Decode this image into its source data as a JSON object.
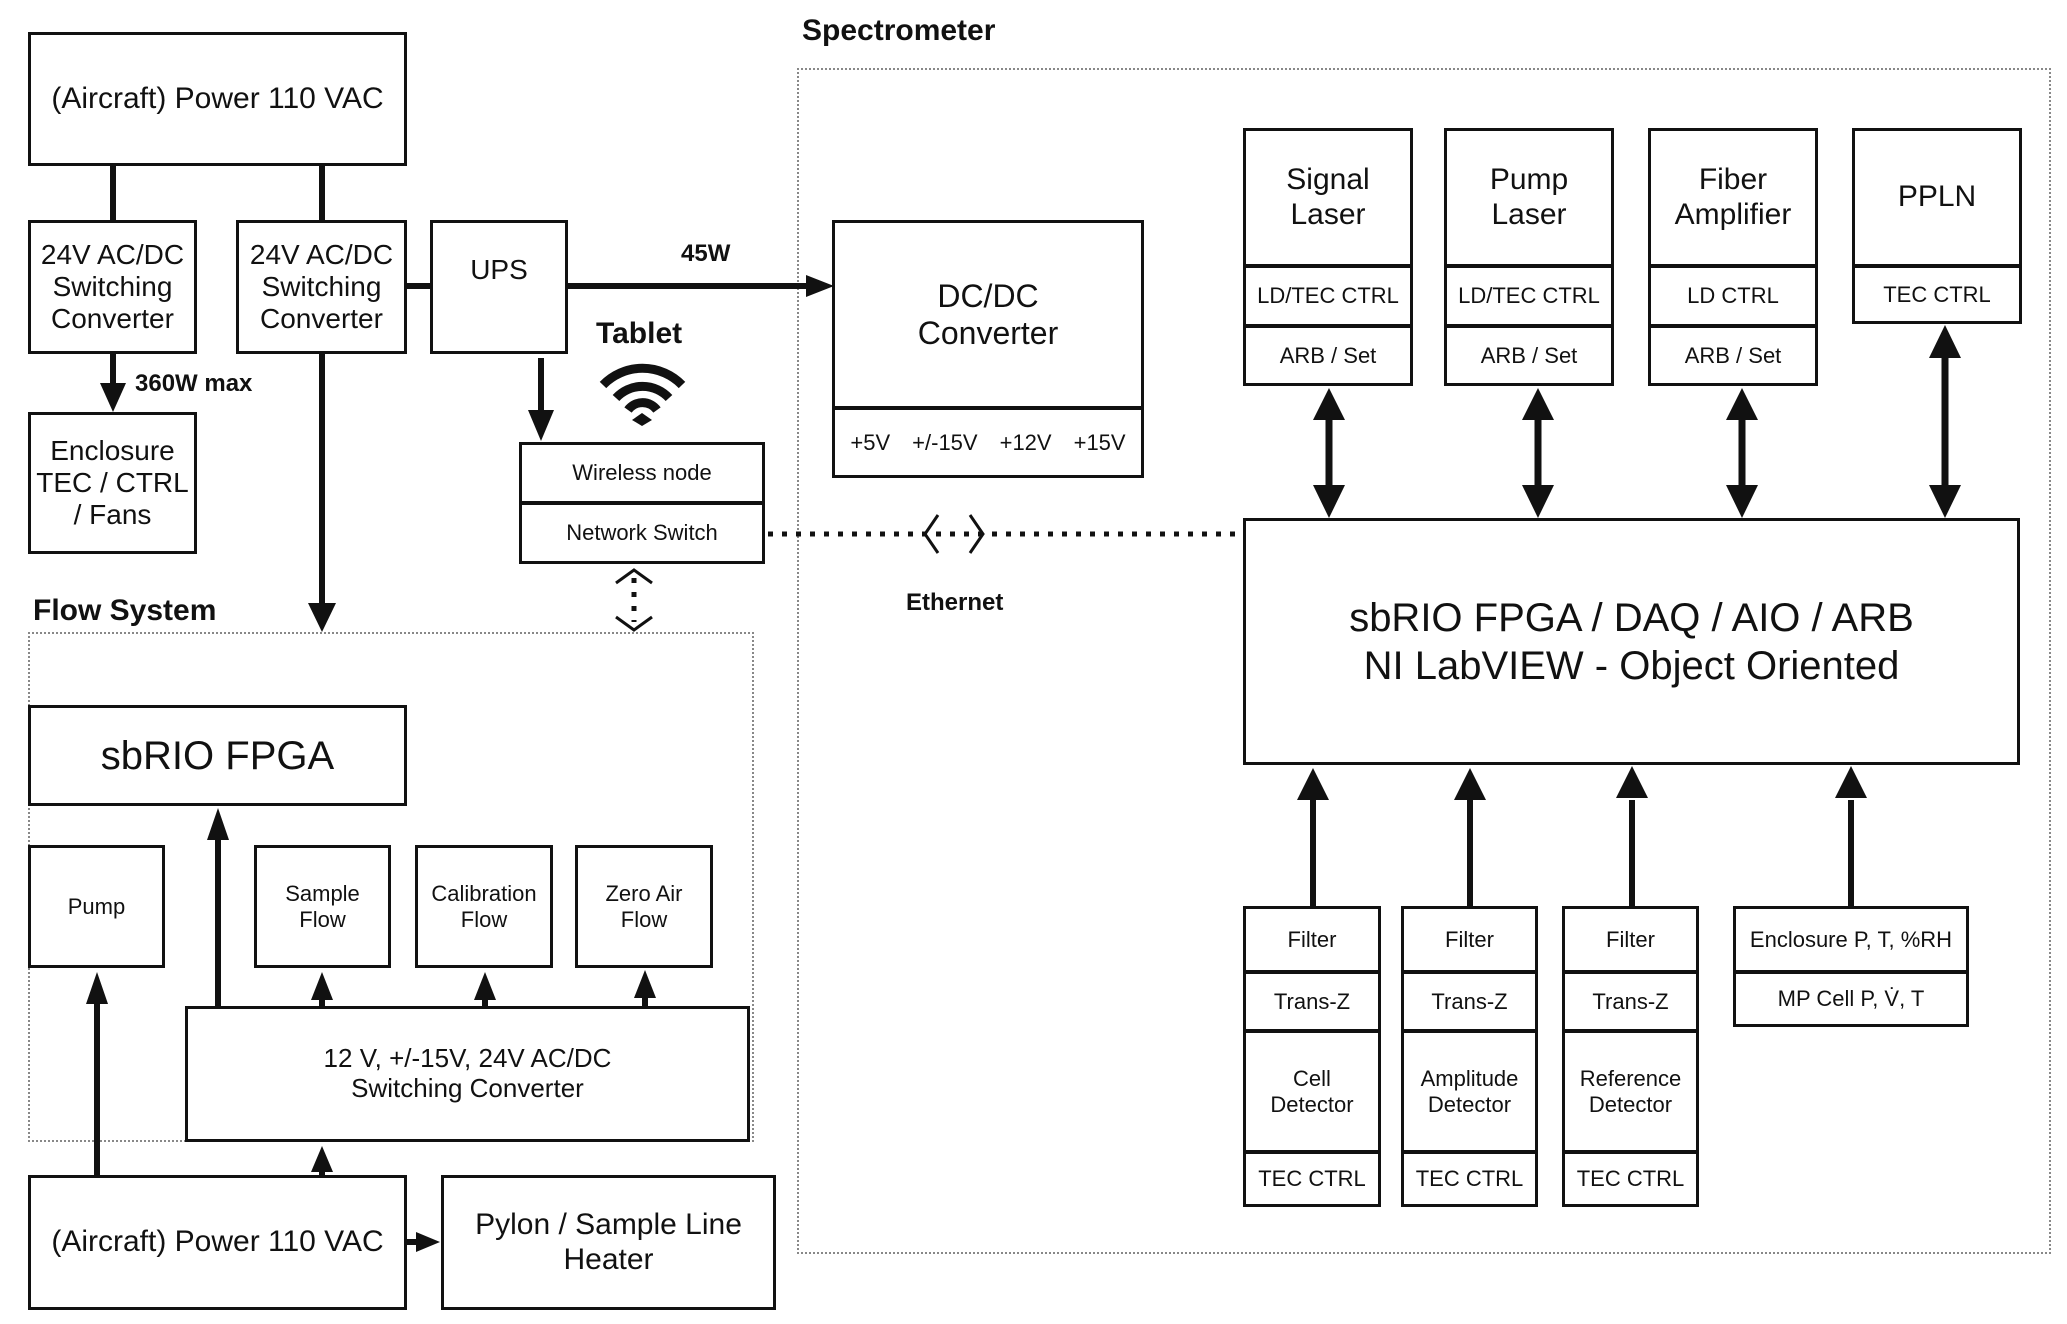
{
  "diagram": {
    "groups": {
      "spectrometer": "Spectrometer",
      "flow_system": "Flow System"
    },
    "annotations": {
      "power_45w": "45W",
      "power_360w": "360W max",
      "tablet": "Tablet",
      "ethernet": "Ethernet"
    },
    "power_top": "(Aircraft) Power 110 VAC",
    "converter_left": "24V AC/DC\nSwitching\nConverter",
    "converter_mid": "24V AC/DC\nSwitching\nConverter",
    "ups": "UPS",
    "enclosure_tec": "Enclosure\nTEC / CTRL\n/ Fans",
    "network": {
      "wireless_node": "Wireless node",
      "network_switch": "Network Switch"
    },
    "dcdc": {
      "title": "DC/DC\nConverter",
      "outputs": [
        "+5V",
        "+/-15V",
        "+12V",
        "+15V"
      ]
    },
    "lasers": [
      {
        "name": "Signal\nLaser",
        "ctrl": "LD/TEC CTRL",
        "arb": "ARB / Set"
      },
      {
        "name": "Pump\nLaser",
        "ctrl": "LD/TEC CTRL",
        "arb": "ARB / Set"
      },
      {
        "name": "Fiber\nAmplifier",
        "ctrl": "LD CTRL",
        "arb": "ARB / Set"
      },
      {
        "name": "PPLN",
        "ctrl": "TEC CTRL"
      }
    ],
    "main_controller": {
      "line1": "sbRIO FPGA / DAQ / AIO / ARB",
      "line2": "NI LabVIEW - Object Oriented"
    },
    "detectors": [
      {
        "filter": "Filter",
        "amp": "Trans-Z",
        "detector": "Cell\nDetector",
        "tec": "TEC CTRL"
      },
      {
        "filter": "Filter",
        "amp": "Trans-Z",
        "detector": "Amplitude\nDetector",
        "tec": "TEC CTRL"
      },
      {
        "filter": "Filter",
        "amp": "Trans-Z",
        "detector": "Reference\nDetector",
        "tec": "TEC CTRL"
      }
    ],
    "sensors": {
      "enclosure": "Enclosure P, T, %RH",
      "mp_cell": "MP Cell P, V̇, T"
    },
    "flow": {
      "fpga": "sbRIO FPGA",
      "pump": "Pump",
      "sample_flow": "Sample\nFlow",
      "calibration_flow": "Calibration\nFlow",
      "zero_air_flow": "Zero Air\nFlow",
      "switching_converter": "12 V, +/-15V,  24V AC/DC\nSwitching Converter"
    },
    "power_bottom": "(Aircraft) Power 110 VAC",
    "pylon_heater": "Pylon / Sample Line\nHeater"
  }
}
